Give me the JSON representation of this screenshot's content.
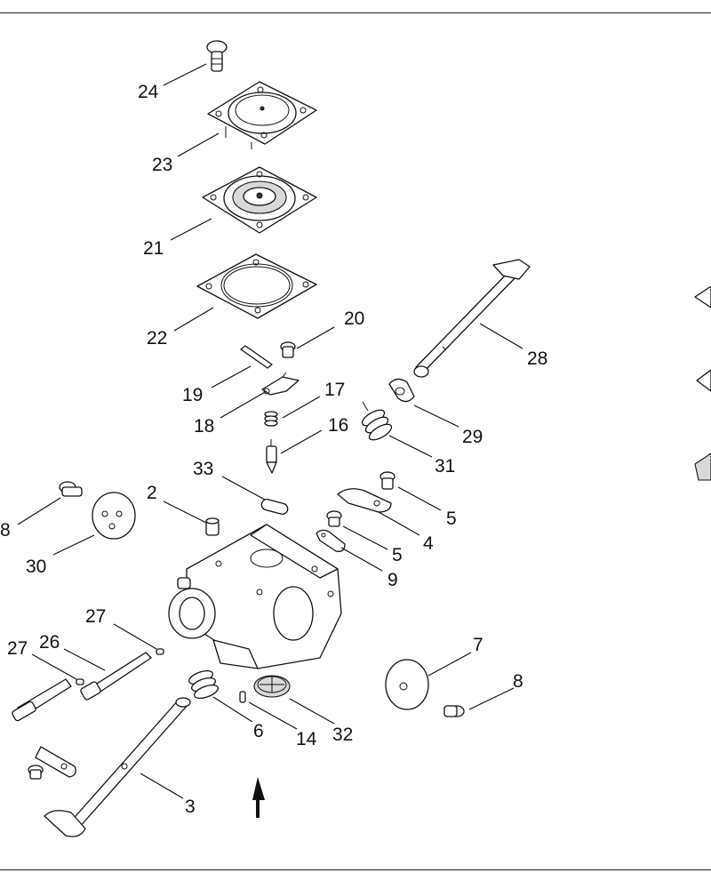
{
  "callouts": {
    "c24": "24",
    "c23": "23",
    "c21": "21",
    "c22": "22",
    "c20": "20",
    "c19": "19",
    "c18": "18",
    "c17": "17",
    "c16": "16",
    "c28": "28",
    "c29": "29",
    "c31": "31",
    "c33": "33",
    "c2": "2",
    "c8a": "8",
    "c30": "30",
    "c5a": "5",
    "c4": "4",
    "c5b": "5",
    "c9": "9",
    "c27a": "27",
    "c27b": "27",
    "c26": "26",
    "c7": "7",
    "c8b": "8",
    "c6": "6",
    "c14": "14",
    "c32": "32",
    "c3": "3"
  }
}
